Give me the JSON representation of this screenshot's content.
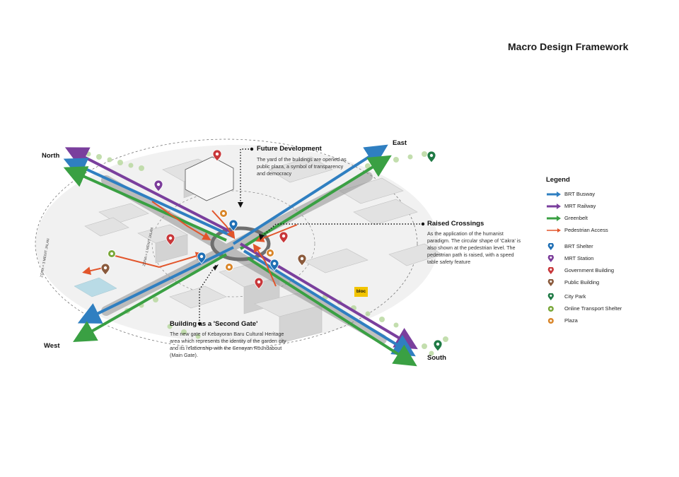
{
  "title": "Macro Design Framework",
  "directions": {
    "north": "North",
    "east": "East",
    "west": "West",
    "south": "South"
  },
  "callouts": {
    "future_dev": {
      "title": "Future Development",
      "body": "The yard of the buildings are opened as public plaza, a symbol of transparency and democracy"
    },
    "raised": {
      "title": "Raised Crossings",
      "body": "As the application of the humanist paradigm. The circular shape of  'Cakra' is also shown at the pedestrian level. The pedestrian path is raised, with a speed table safety feature"
    },
    "gate": {
      "title": "Building as a 'Second Gate'",
      "body": "The new gate of Kebayoran Baru Cultural Heritage area which represents the identity of the garden city and its relationship with the Senayan Roundabout (Main Gate)."
    }
  },
  "zone_labels": {
    "outer": "ZONA = 3 MENIT JALAN",
    "inner": "ZONA = 1 MENIT JALAN"
  },
  "bloc_label": "bloc",
  "legend": {
    "title": "Legend",
    "lines": [
      {
        "label": "BRT Busway",
        "color": "#2f7fc1"
      },
      {
        "label": "MRT Railway",
        "color": "#7a3f9d"
      },
      {
        "label": "Greenbelt",
        "color": "#3aa043"
      },
      {
        "label": "Pedestrian Access",
        "color": "#e2552b"
      }
    ],
    "pins": [
      {
        "label": "BRT Shelter",
        "color": "#1f6fb5",
        "icon": "brt-shelter-pin-icon"
      },
      {
        "label": "MRT Station",
        "color": "#7b3c9a",
        "icon": "mrt-station-pin-icon"
      },
      {
        "label": "Government Building",
        "color": "#c8373a",
        "icon": "government-building-pin-icon"
      },
      {
        "label": "Public Building",
        "color": "#8a5a3c",
        "icon": "public-building-pin-icon"
      },
      {
        "label": "City Park",
        "color": "#1f7a45",
        "icon": "city-park-pin-icon"
      },
      {
        "label": "Online Transport Shelter",
        "color": "#7aa83a",
        "icon": "online-transport-shelter-pin-icon"
      },
      {
        "label": "Plaza",
        "color": "#d9862a",
        "icon": "plaza-pin-icon"
      }
    ]
  }
}
